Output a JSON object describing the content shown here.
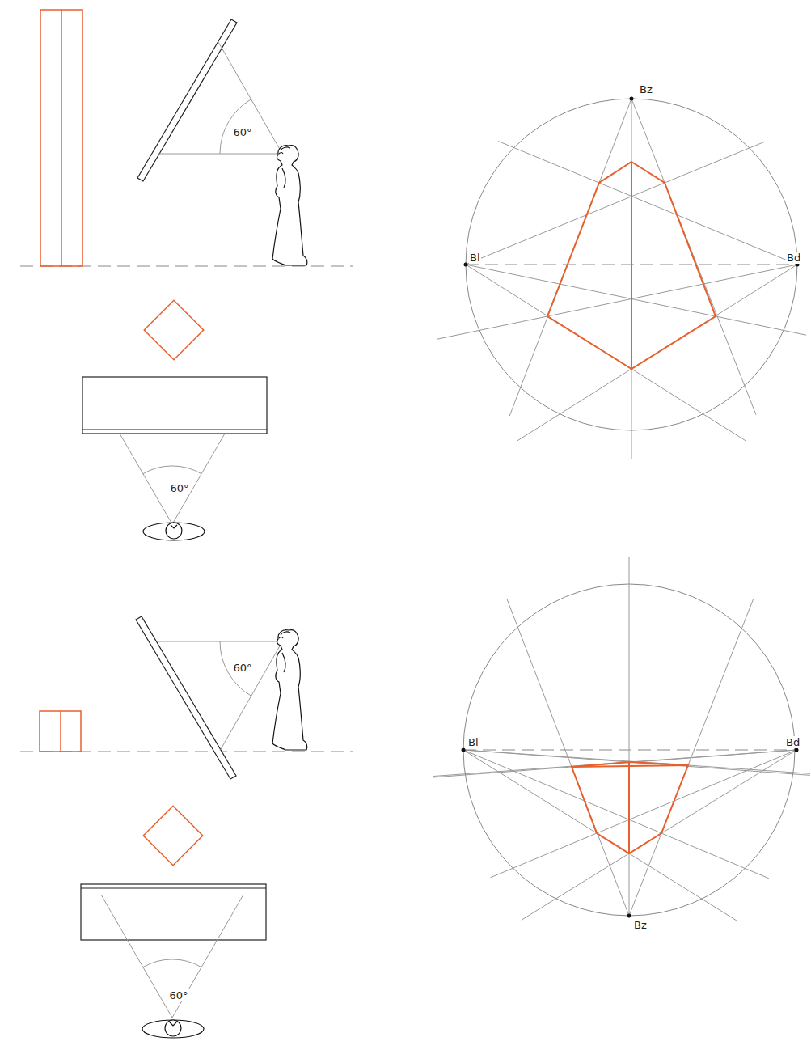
{
  "diagram": {
    "labels": [
      "60°",
      "Bz",
      "Bl",
      "Bd",
      "60°",
      "60°",
      "Bl",
      "Bd",
      "60°",
      "Bz"
    ]
  }
}
